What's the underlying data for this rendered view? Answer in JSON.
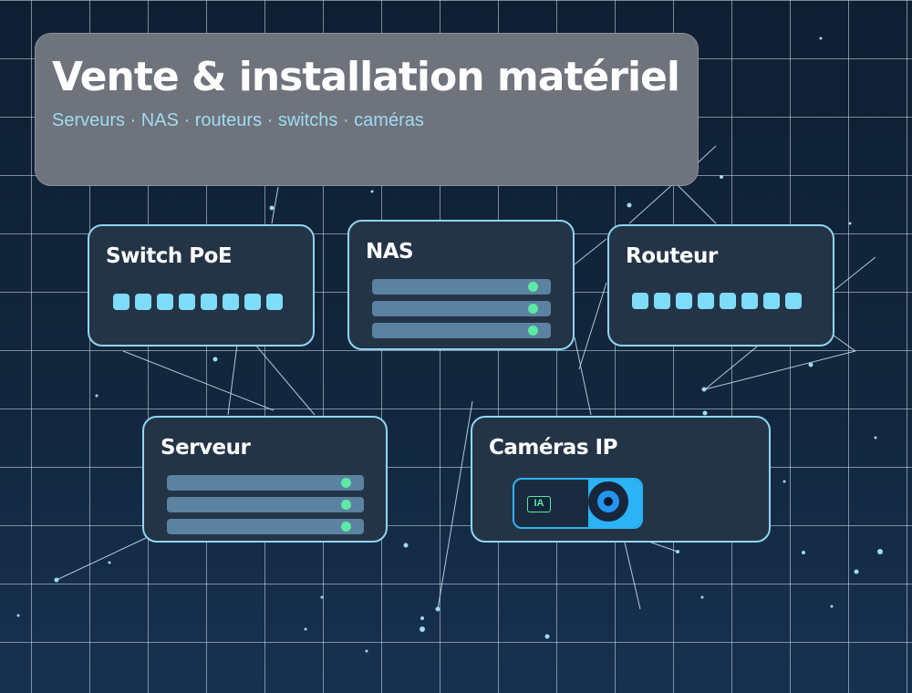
{
  "header": {
    "title": "Vente & installation matériel",
    "subtitle": "Serveurs · NAS · routeurs · switchs · caméras"
  },
  "devices": {
    "switch": {
      "title": "Switch PoE",
      "ports": 8
    },
    "nas": {
      "title": "NAS",
      "bays": 3
    },
    "router": {
      "title": "Routeur",
      "ports": 8
    },
    "server": {
      "title": "Serveur",
      "bays": 3
    },
    "camera": {
      "title": "Caméras IP",
      "badge": "IA"
    }
  },
  "colors": {
    "card_border": "#8fd6f3",
    "port": "#7fdcf8",
    "led": "#5de8a4",
    "camera_accent": "#2bb3f5"
  }
}
